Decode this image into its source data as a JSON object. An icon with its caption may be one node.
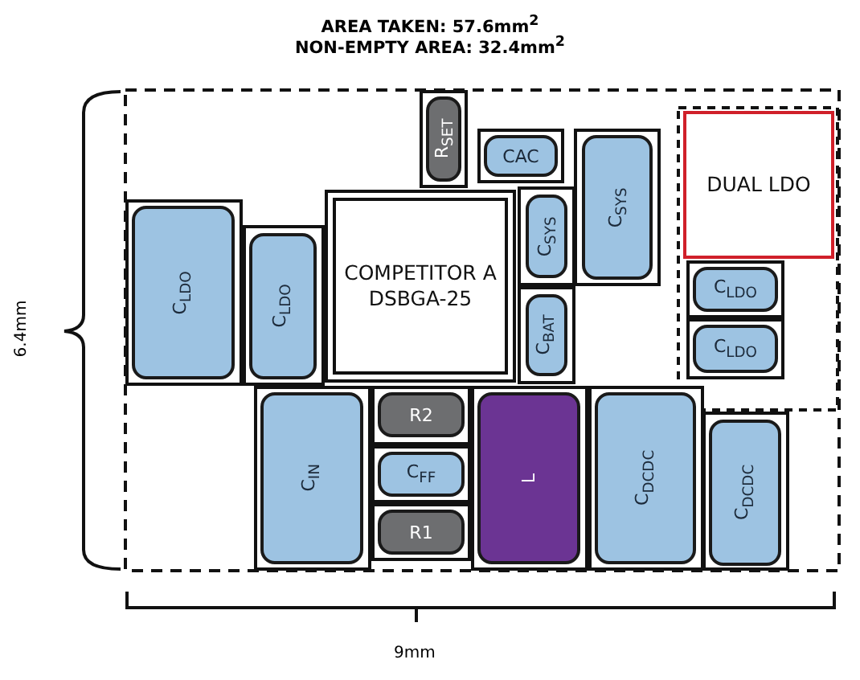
{
  "diagram": {
    "nodes": [
      {
        "text": [
          "R$_{SET}$"
        ]
      },
      {
        "text": [
          "CAC"
        ]
      },
      {
        "text": [
          "C$_{SYS}$"
        ]
      },
      {
        "text": [
          "DUAL LDO"
        ]
      },
      {
        "text": [
          "C$_{LDO}$"
        ]
      },
      {
        "text": [
          "C$_{LDO}$"
        ]
      },
      {
        "text": [
          "COMPETITOR A DSBGA-25"
        ]
      },
      {
        "text": [
          "C$_{SYS}$"
        ]
      },
      {
        "text": [
          "C$_{LDO}$"
        ]
      },
      {
        "text": [
          "C$_{BAT}$"
        ]
      },
      {
        "text": [
          "C$_{LDO}$"
        ]
      },
      {
        "text": [
          "C$_{IN}$"
        ]
      },
      {
        "text": [
          "R2"
        ]
      },
      {
        "text": [
          "C$_{FF}$"
        ]
      },
      {
        "text": [
          "R1"
        ]
      },
      {
        "text": [
          "L"
        ]
      },
      {
        "text": [
          "C$_{DCDC}$"
        ]
      },
      {
        "text": [
          "C$_{DCDC}$"
        ]
      }
    ],
    "edges": [],
    "labels": [
      "AREA TAKEN: 57.6mm$^{2}$",
      "NON-EMPTY AREA: 32.4mm$^{2}$",
      "6.4mm",
      "9mm"
    ]
  }
}
